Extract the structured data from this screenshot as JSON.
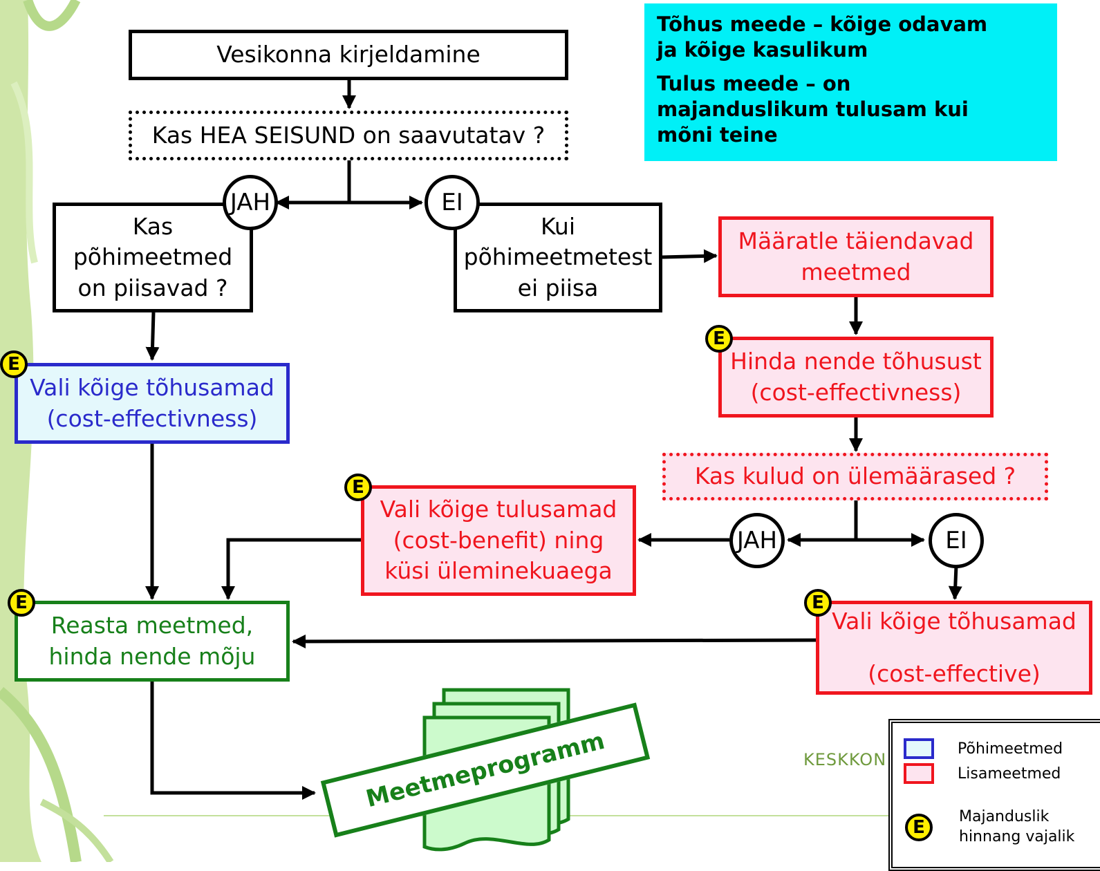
{
  "colors": {
    "cyan_box": "#00f0f7",
    "basic_border": "#2a2acb",
    "extra_border": "#f0151e",
    "green": "#17801a",
    "badge_yellow": "#ffef00"
  },
  "nodes": {
    "vesikond": "Vesikonna kirjeldamine",
    "hea_seisund": "Kas HEA SEISUND on saavutatav ?",
    "piisavad": "Kas\npõhimeetmed\non piisavad ?",
    "ei_piisa": "Kui\npõhimeetmetest\nei piisa",
    "taiendavad": "Määratle täiendavad\nmeetmed",
    "hinda_tohusust": "Hinda nende tõhusust\n(cost-effectivness)",
    "vali_tohusamad_1": "Vali kõige tõhusamad\n(cost-effectivness)",
    "kulud": "Kas kulud on ülemäärased ?",
    "tulusamad": "Vali kõige tulusamad\n(cost-benefit) ning\nküsi üleminekuaega",
    "reasta": "Reasta meetmed,\nhinda nende mõju",
    "vali_tohusamad_2": "Vali kõige tõhusamad\n\n(cost-effective)",
    "meetmeprogramm": "Meetmeprogramm"
  },
  "decisions": {
    "jah": "JAH",
    "ei": "EI"
  },
  "badge_letter": "E",
  "info": {
    "line1": "Tõhus meede – kõige odavam\nja kõige kasulikum",
    "line2": "Tulus meede – on\nmajanduslikum tulusam kui\nmõni teine"
  },
  "legend": {
    "basic": "Põhimeetmed",
    "extra": "Lisameetmed",
    "economic_1": "Majanduslik",
    "economic_2": "hinnang vajalik"
  },
  "footer_logo": "KESKKON"
}
